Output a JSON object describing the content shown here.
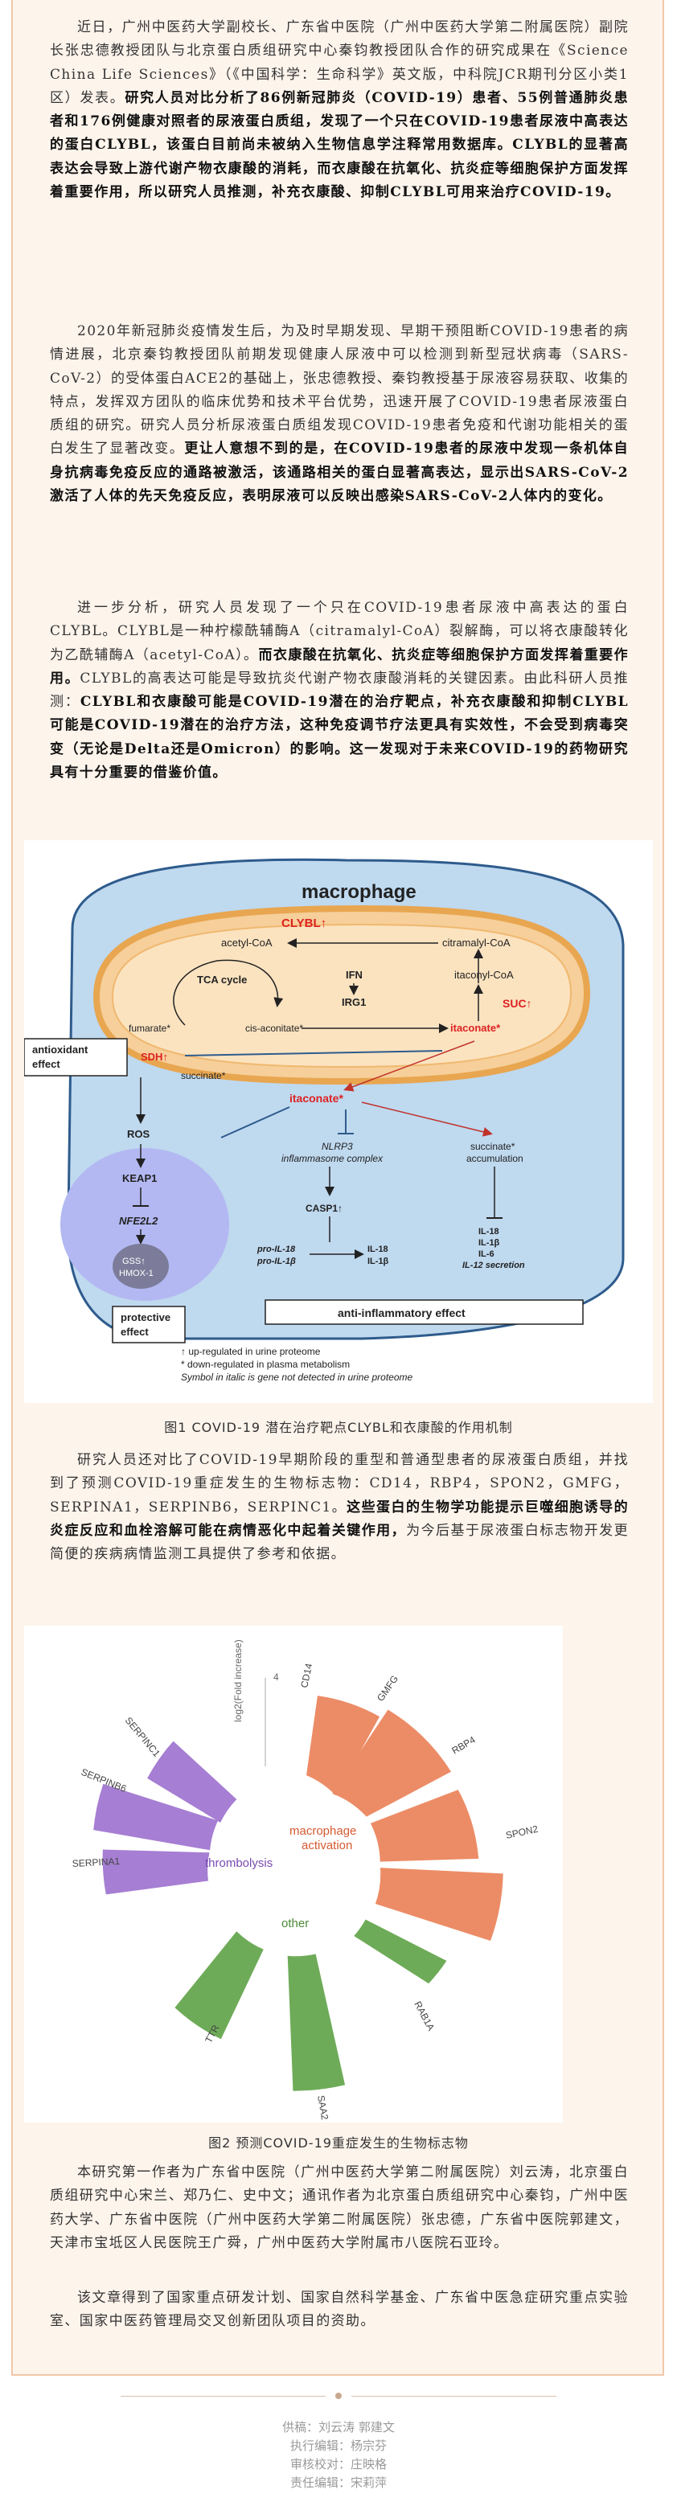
{
  "paragraphs": {
    "p1": {
      "a": "近日，广州中医药大学副校长、广东省中医院（广州中医药大学第二附属医院）副院长张忠德教授团队与北京蛋白质组研究中心秦钧教授团队合作的研究成果在《Science China Life Sciences》（《中国科学：生命科学》英文版，中科院JCR期刊分区小类1区）发表。",
      "b": "研究人员对比分析了86例新冠肺炎（COVID-19）患者、55例普通肺炎患者和176例健康对照者的尿液蛋白质组，发现了一个只在COVID-19患者尿液中高表达的蛋白CLYBL，该蛋白目前尚未被纳入生物信息学注释常用数据库。CLYBL的显著高表达会导致上游代谢产物衣康酸的消耗，而衣康酸在抗氧化、抗炎症等细胞保护方面发挥着重要作用，所以研究人员推测，补充衣康酸、抑制CLYBL可用来治疗COVID-19。"
    },
    "p2": {
      "a": "2020年新冠肺炎疫情发生后，为及时早期发现、早期干预阻断COVID-19患者的病情进展，北京秦钧教授团队前期发现健康人尿液中可以检测到新型冠状病毒（SARS-CoV-2）的受体蛋白ACE2的基础上，张忠德教授、秦钧教授基于尿液容易获取、收集的特点，发挥双方团队的临床优势和技术平台优势，迅速开展了COVID-19患者尿液蛋白质组的研究。研究人员分析尿液蛋白质组发现COVID-19患者免疫和代谢功能相关的蛋白发生了显著改变。",
      "b": "更让人意想不到的是，在COVID-19患者的尿液中发现一条机体自身抗病毒免疫反应的通路被激活，该通路相关的蛋白显著高表达，显示出SARS-CoV-2激活了人体的先天免疫反应，表明尿液可以反映出感染SARS-CoV-2人体内的变化。"
    },
    "p3": {
      "a": "进一步分析，研究人员发现了一个只在COVID-19患者尿液中高表达的蛋白CLYBL。CLYBL是一种柠檬酰辅酶A（citramalyl-CoA）裂解酶，可以将衣康酸转化为乙酰辅酶A（acetyl-CoA）。",
      "b": "而衣康酸在抗氧化、抗炎症等细胞保护方面发挥着重要作用。",
      "c": "CLYBL的高表达可能是导致抗炎代谢产物衣康酸消耗的关键因素。由此科研人员推测：",
      "d": "CLYBL和衣康酸可能是COVID-19潜在的治疗靶点，补充衣康酸和抑制CLYBL可能是COVID-19潜在的治疗方法，这种免疫调节疗法更具有实效性，不会受到病毒突变（无论是Delta还是Omicron）的影响。这一发现对于未来COVID-19的药物研究具有十分重要的借鉴价值。"
    },
    "p4": {
      "a": "研究人员还对比了COVID-19早期阶段的重型和普通型患者的尿液蛋白质组，并找到了预测COVID-19重症发生的生物标志物：CD14，RBP4，SPON2，GMFG，SERPINA1，SERPINB6，SERPINC1。",
      "b": "这些蛋白的生物学功能提示巨噬细胞诱导的炎症反应和血栓溶解可能在病情恶化中起着关键作用，",
      "c": "为今后基于尿液蛋白标志物开发更简便的疾病病情监测工具提供了参考和依据。"
    },
    "p5": "本研究第一作者为广东省中医院（广州中医药大学第二附属医院）刘云涛，北京蛋白质组研究中心宋兰、郑乃仁、史中文；通讯作者为北京蛋白质组研究中心秦钧，广州中医药大学、广东省中医院（广州中医药大学第二附属医院）张忠德，广东省中医院郭建文，天津市宝坻区人民医院王广舜，广州中医药大学附属市八医院石亚玲。",
    "p6": "该文章得到了国家重点研发计划、国家自然科学基金、广东省中医急症研究重点实验室、国家中医药管理局交叉创新团队项目的资助。"
  },
  "figure1": {
    "caption": "图1  COVID-19 潜在治疗靶点CLYBL和衣康酸的作用机制",
    "macrophage": "macrophage",
    "clybl": "CLYBL↑",
    "acetyl_coa": "acetyl-CoA",
    "citramalyl_coa": "citramalyl-CoA",
    "tca": "TCA cycle",
    "ifn": "IFN",
    "irg1": "IRG1",
    "itaconyl_coa": "itaconyl-CoA",
    "suc": "SUC↑",
    "fumarate": "fumarate*",
    "cis_aconitate": "cis-aconitate*",
    "itaconate_mito": "itaconate*",
    "sdh": "SDH↑",
    "succinate_mito": "succinate*",
    "itaconate": "itaconate*",
    "antioxidant": [
      "antioxidant",
      "effect"
    ],
    "ros": "ROS",
    "keap1": "KEAP1",
    "nfe2l2": "NFE2L2",
    "gss": [
      "GSS↑",
      "HMOX-1"
    ],
    "nlrp3": [
      "NLRP3",
      "inflammasome complex"
    ],
    "casp1": "CASP1↑",
    "pro_il": [
      "pro-IL-18",
      "pro-IL-1β"
    ],
    "il_mid": [
      "IL-18",
      "IL-1β"
    ],
    "succ_acc": [
      "succinate*",
      "accumulation"
    ],
    "il_right": [
      "IL-18",
      "IL-1β",
      "IL-6",
      "IL-12 secretion"
    ],
    "protective": [
      "protective",
      "effect"
    ],
    "anti_inflam": "anti-inflammatory effect",
    "legend": [
      "↑ up-regulated in urine proteome",
      "* down-regulated in plasma metabolism",
      "Symbol in italic is gene not detected in urine proteome"
    ]
  },
  "figure2": {
    "caption": "图2      预测COVID-19重症发生的生物标志物",
    "axis_label": "log2(Fold increase)",
    "tick": "4",
    "groups": [
      "macrophage",
      "activation",
      "thrombolysis",
      "other"
    ],
    "markers": {
      "macrophage": [
        "CD14",
        "GMFG",
        "RBP4",
        "SPON2"
      ],
      "thrombolysis": [
        "SERPINC1",
        "SERPINB6",
        "SERPINA1"
      ],
      "other": [
        "RAB1A",
        "SAA2",
        "TTR"
      ]
    },
    "colors": {
      "macrophage": "#ec8c66",
      "thrombolysis": "#a67ed3",
      "other": "#6eab58"
    }
  },
  "footer": {
    "provider": "供稿：刘云涛 郭建文",
    "editor": "执行编辑：杨宗芬",
    "reviewer": "审核校对：庄映格",
    "chief": "责任编辑：宋莉萍"
  }
}
